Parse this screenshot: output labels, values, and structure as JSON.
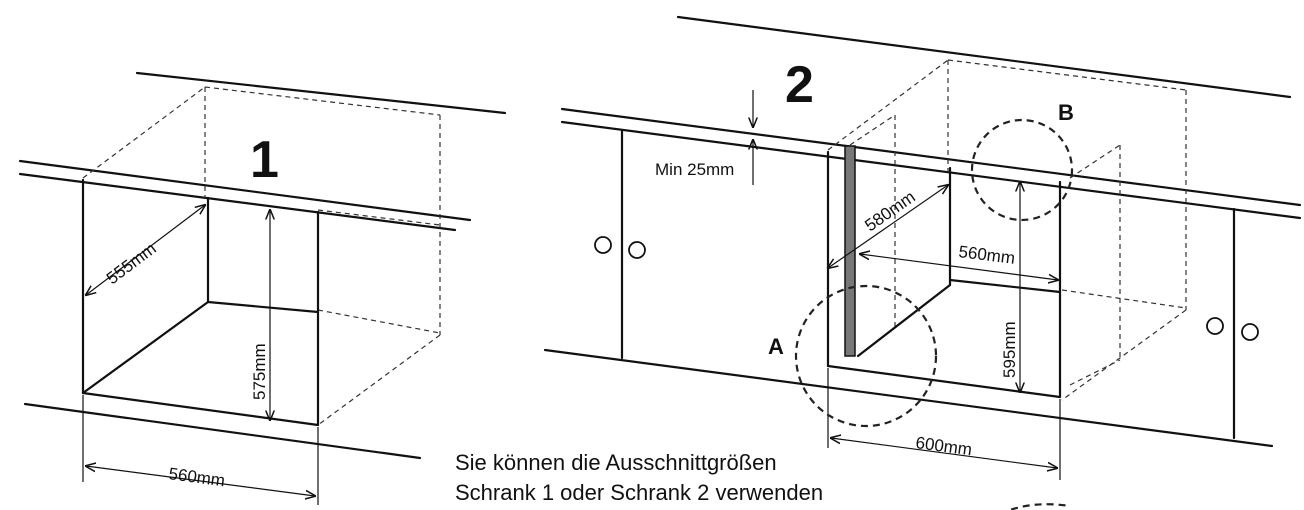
{
  "cabinet1": {
    "number": "1",
    "depth": "555mm",
    "height": "575mm",
    "width": "560mm"
  },
  "cabinet2": {
    "number": "2",
    "top_gap": "Min 25mm",
    "depth": "580mm",
    "inner_width": "560mm",
    "height": "595mm",
    "width": "600mm",
    "detail_a": "A",
    "detail_b": "B"
  },
  "caption": {
    "line1": "Sie können die Ausschnittgrößen",
    "line2": "Schrank 1 oder Schrank 2 verwenden"
  }
}
